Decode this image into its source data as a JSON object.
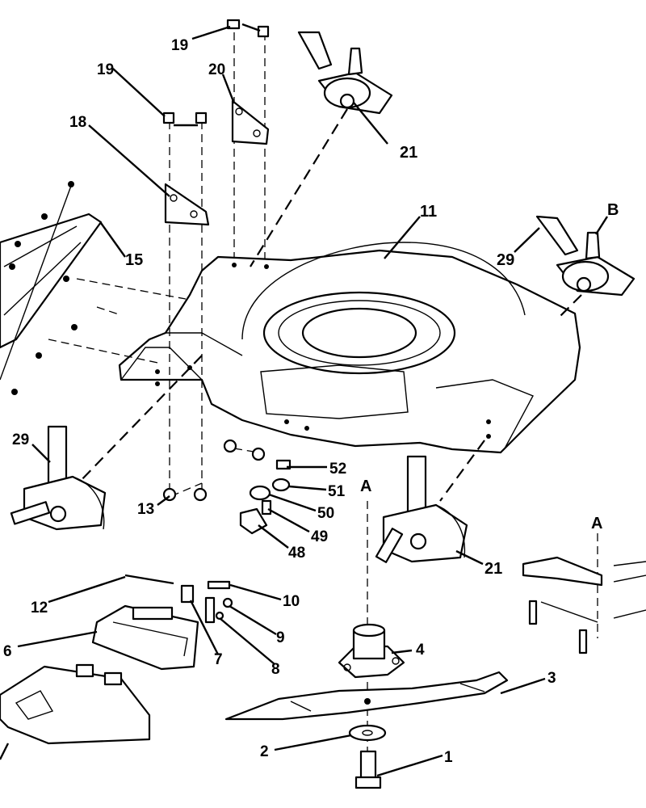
{
  "callouts": [
    {
      "id": "c19a",
      "label": "19"
    },
    {
      "id": "c19b",
      "label": "19"
    },
    {
      "id": "c20",
      "label": "20"
    },
    {
      "id": "c18",
      "label": "18"
    },
    {
      "id": "c21a",
      "label": "21"
    },
    {
      "id": "c11",
      "label": "11"
    },
    {
      "id": "cB",
      "label": "B"
    },
    {
      "id": "c29a",
      "label": "29"
    },
    {
      "id": "c15",
      "label": "15"
    },
    {
      "id": "c29b",
      "label": "29"
    },
    {
      "id": "c13",
      "label": "13"
    },
    {
      "id": "c52",
      "label": "52"
    },
    {
      "id": "c51",
      "label": "51"
    },
    {
      "id": "c50",
      "label": "50"
    },
    {
      "id": "c49",
      "label": "49"
    },
    {
      "id": "c48",
      "label": "48"
    },
    {
      "id": "cA1",
      "label": "A"
    },
    {
      "id": "cA2",
      "label": "A"
    },
    {
      "id": "c21b",
      "label": "21"
    },
    {
      "id": "c12",
      "label": "12"
    },
    {
      "id": "c10",
      "label": "10"
    },
    {
      "id": "c9",
      "label": "9"
    },
    {
      "id": "c8",
      "label": "8"
    },
    {
      "id": "c7",
      "label": "7"
    },
    {
      "id": "c6",
      "label": "6"
    },
    {
      "id": "c4",
      "label": "4"
    },
    {
      "id": "c3",
      "label": "3"
    },
    {
      "id": "c2",
      "label": "2"
    },
    {
      "id": "c1",
      "label": "1"
    }
  ],
  "colors": {
    "line": "#000000",
    "background": "#ffffff"
  }
}
